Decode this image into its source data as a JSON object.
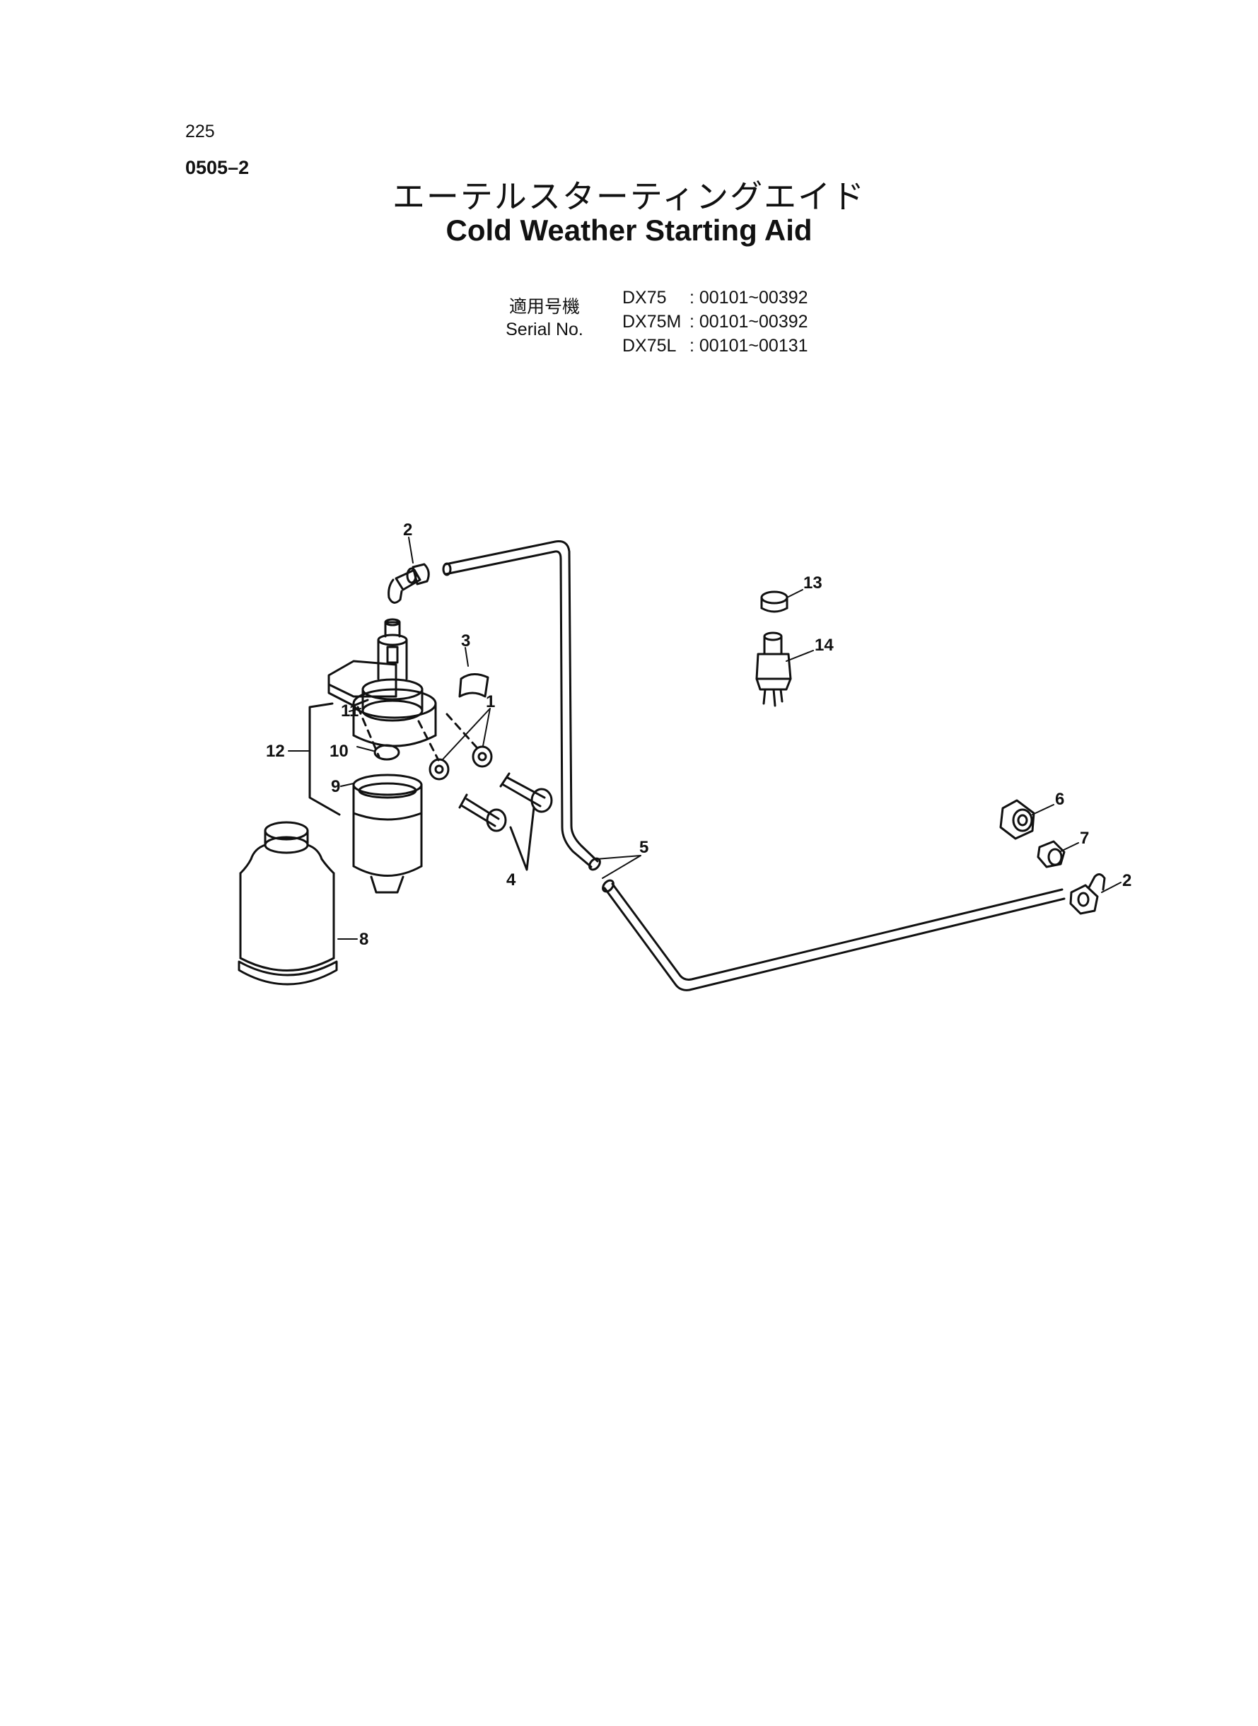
{
  "header": {
    "page_number": "225",
    "section_code": "0505–2",
    "title_jp": "エーテルスターティングエイド",
    "title_en": "Cold Weather Starting Aid"
  },
  "serial": {
    "label_jp": "適用号機",
    "label_en": "Serial No.",
    "rows": [
      {
        "model": "DX75",
        "range": ": 00101~00392"
      },
      {
        "model": "DX75M",
        "range": ": 00101~00392"
      },
      {
        "model": "DX75L",
        "range": ": 00101~00131"
      }
    ]
  },
  "callouts": {
    "c1": "1",
    "c2_top": "2",
    "c2_right": "2",
    "c3": "3",
    "c4": "4",
    "c5": "5",
    "c6": "6",
    "c7": "7",
    "c8": "8",
    "c9": "9",
    "c10": "10",
    "c11": "11",
    "c12": "12",
    "c13": "13",
    "c14": "14"
  }
}
